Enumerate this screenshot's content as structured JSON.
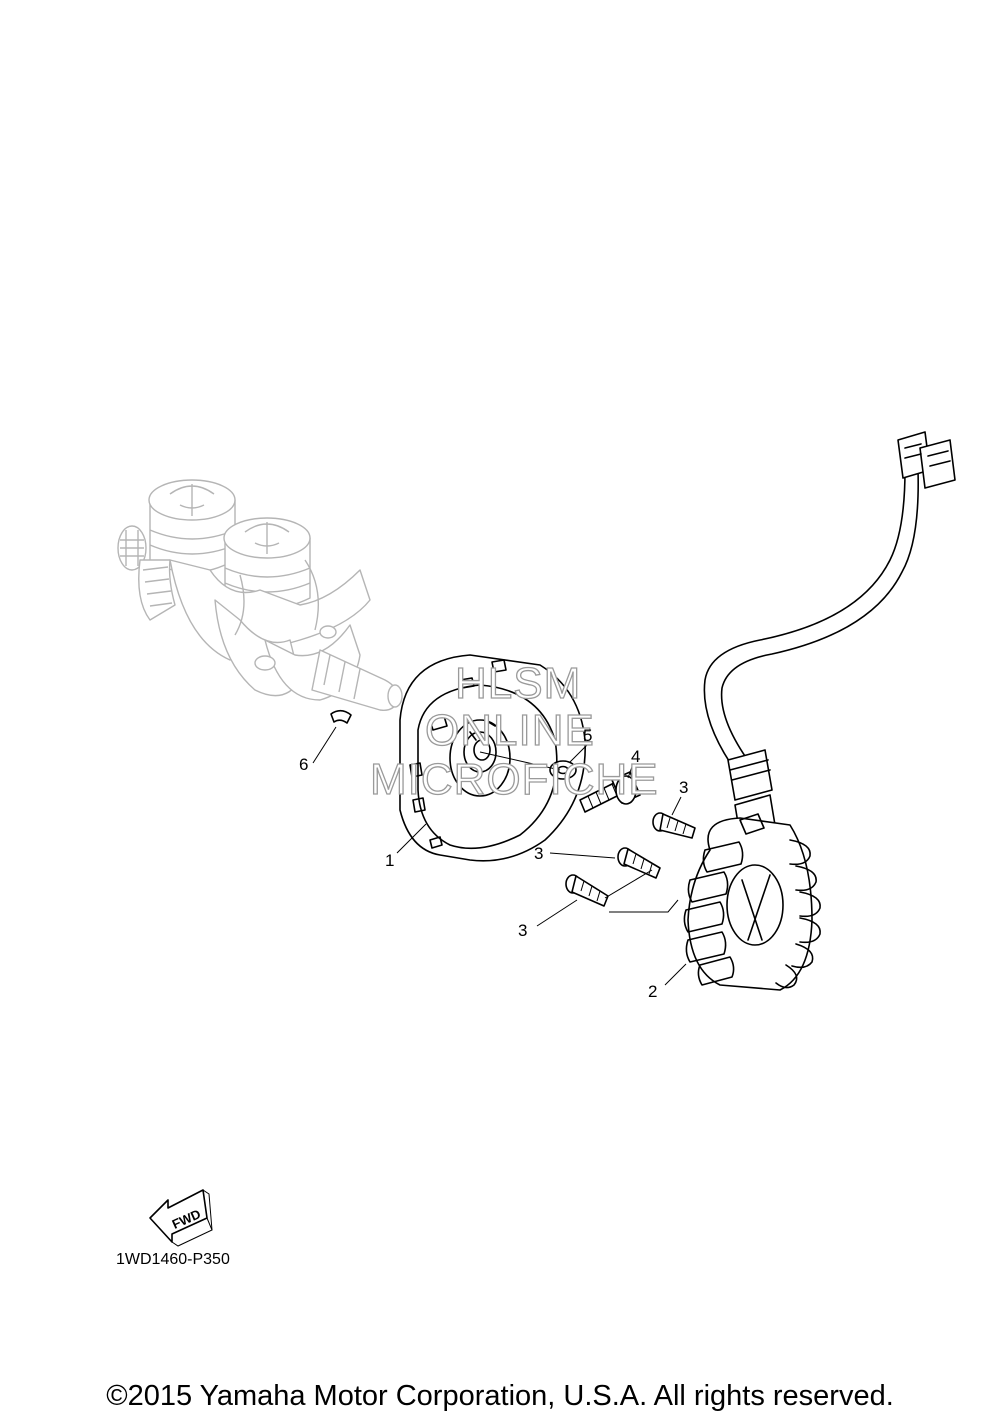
{
  "diagram": {
    "callouts": [
      {
        "id": "1",
        "label": "1"
      },
      {
        "id": "2",
        "label": "2"
      },
      {
        "id": "3a",
        "label": "3"
      },
      {
        "id": "3b",
        "label": "3"
      },
      {
        "id": "3c",
        "label": "3"
      },
      {
        "id": "4",
        "label": "4"
      },
      {
        "id": "5",
        "label": "5"
      },
      {
        "id": "6",
        "label": "6"
      }
    ],
    "watermark": [
      "HLSM",
      "ONLINE",
      "MICROFICHE"
    ],
    "fwd_label": "FWD",
    "drawing_code": "1WD1460-P350",
    "copyright": "©2015 Yamaha Motor Corporation, U.S.A. All rights reserved."
  },
  "colors": {
    "line": "#000000",
    "ghost_line": "#b5b5b5",
    "background": "#ffffff"
  }
}
